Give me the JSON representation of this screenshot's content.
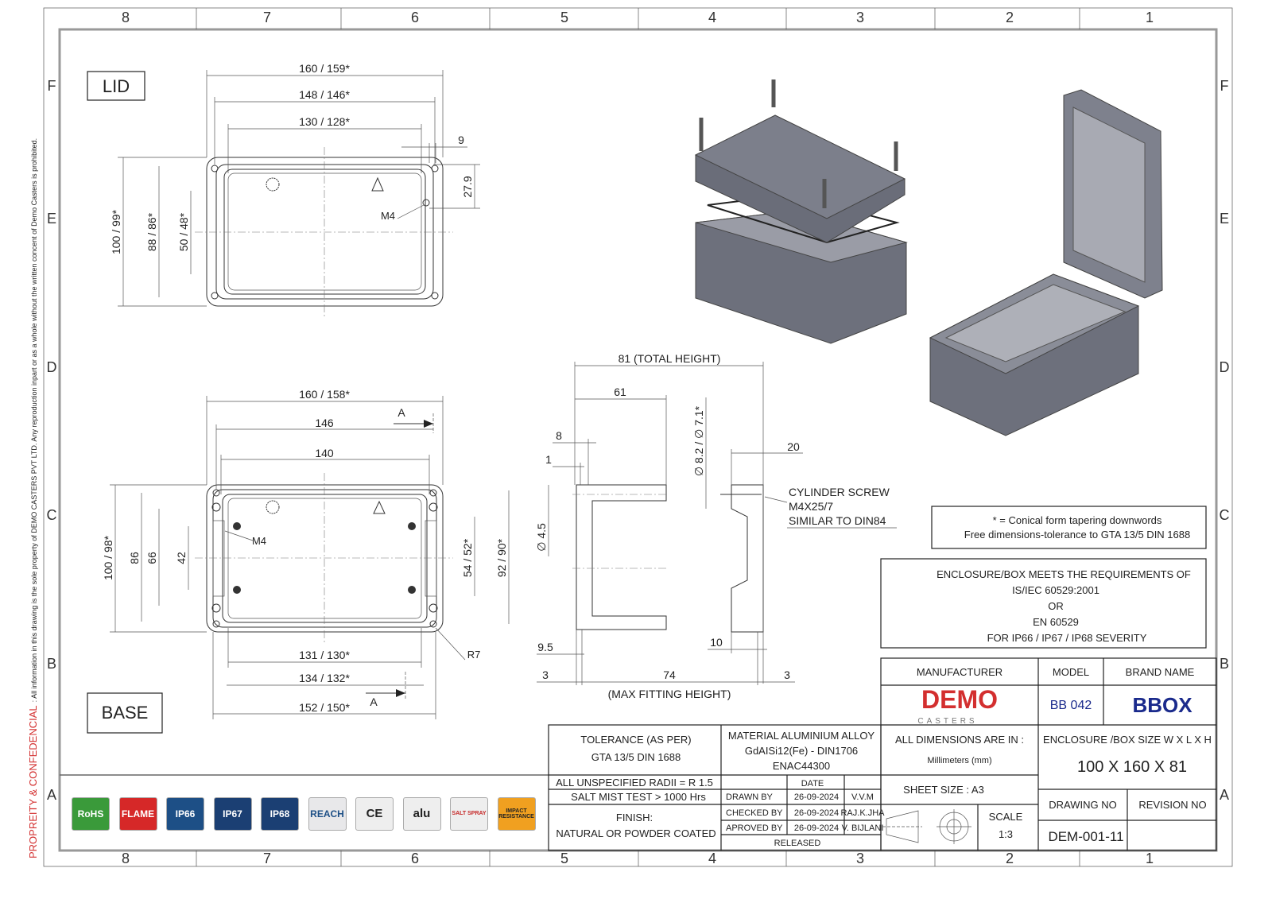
{
  "border": {
    "columns": [
      "8",
      "7",
      "6",
      "5",
      "4",
      "3",
      "2",
      "1"
    ],
    "rows": [
      "F",
      "E",
      "D",
      "C",
      "B",
      "A"
    ],
    "side_note_title": "PROPREITY & CONFEDENCIAL",
    "side_note_text": ":  All information in this drawing is the sole property of DEMO CASTERS PVT LTD. Any reproduction inpart or as a whole without the written concent of Demo Casters is prohibited."
  },
  "lid": {
    "label": "LID",
    "dims": {
      "w_outer": "160 / 159*",
      "w_mid": "148 / 146*",
      "w_inner": "130 / 128*",
      "h_outer": "100 / 99*",
      "h_mid": "88 / 86*",
      "h_inner": "50 / 48*",
      "right": "27.9",
      "top_right": "9",
      "thread": "M4"
    }
  },
  "base": {
    "label": "BASE",
    "dims": {
      "w_outer": "160 / 158*",
      "w_146": "146",
      "w_140": "140",
      "h_outer": "100 / 98*",
      "h_86": "86",
      "h_66": "66",
      "h_42": "42",
      "r_54": "54 / 52*",
      "r_92": "92 / 90*",
      "b_131": "131 / 130*",
      "b_134": "134 / 132*",
      "b_152": "152 / 150*",
      "radius": "R7",
      "thread": "M4",
      "section_mark": "A"
    }
  },
  "section": {
    "total_height": "81 (TOTAL HEIGHT)",
    "d61": "61",
    "d8": "8",
    "d1": "1",
    "dia45": "∅ 4.5",
    "dia82": "∅ 8.2 / ∅ 7.1*",
    "d20": "20",
    "d95": "9.5",
    "d10": "10",
    "d3a": "3",
    "d74": "74",
    "d3b": "3",
    "max_fit": "(MAX FITTING HEIGHT)",
    "screw_note": [
      "CYLINDER SCREW",
      "M4X25/7",
      "SIMILAR TO DIN84"
    ]
  },
  "notes": {
    "conical": "* = Conical form tapering downwords",
    "tolerance": "Free dimensions-tolerance to GTA 13/5 DIN 1688",
    "requirements": [
      "ENCLOSURE/BOX MEETS THE REQUIREMENTS OF",
      "IS/IEC 60529:2001",
      "OR",
      "EN 60529",
      "FOR IP66 / IP67 / IP68 SEVERITY"
    ]
  },
  "badges": [
    "RoHS",
    "FLAME",
    "IP66",
    "IP67",
    "IP68",
    "REACH",
    "CE",
    "alu",
    "SALT SPRAY",
    "IMPACT RESISTANCE"
  ],
  "title_block": {
    "manufacturer_h": "MANUFACTURER",
    "model_h": "MODEL",
    "brand_h": "BRAND NAME",
    "manufacturer_logo": "DEMO",
    "manufacturer_sub": "CASTERS",
    "model": "BB 042",
    "brand": "BBOX",
    "tolerance": [
      "TOLERANCE (AS PER)",
      "GTA 13/5 DIN 1688"
    ],
    "material": [
      "MATERIAL ALUMINIUM ALLOY",
      "GdAISi12(Fe) - DIN1706",
      "ENAC44300"
    ],
    "units": [
      "ALL DIMENSIONS ARE IN :",
      "Millimeters (mm)"
    ],
    "size_h": "ENCLOSURE /BOX SIZE W X L X H",
    "size": "100 X 160 X 81",
    "radii": "ALL UNSPECIFIED RADII = R 1.5",
    "salt": "SALT MIST TEST > 1000 Hrs",
    "finish": [
      "FINISH:",
      "NATURAL OR POWDER COATED"
    ],
    "date_h": "DATE",
    "signoffs": [
      {
        "role": "DRAWN BY",
        "date": "26-09-2024",
        "name": "V.V.M"
      },
      {
        "role": "CHECKED BY",
        "date": "26-09-2024",
        "name": "RAJ.K.JHA"
      },
      {
        "role": "APROVED BY",
        "date": "26-09-2024",
        "name": "V. BIJLANI"
      }
    ],
    "released": "RELEASED",
    "sheet": "SHEET SIZE : A3",
    "scale_h": "SCALE",
    "scale": "1:3",
    "drawing_no_h": "DRAWING NO",
    "revision_h": "REVISION NO",
    "drawing_no": "DEM-001-11",
    "revision": ""
  },
  "colors": {
    "red": "#d32f2f",
    "navy": "#1a2a8c",
    "body": "#6d707c"
  }
}
